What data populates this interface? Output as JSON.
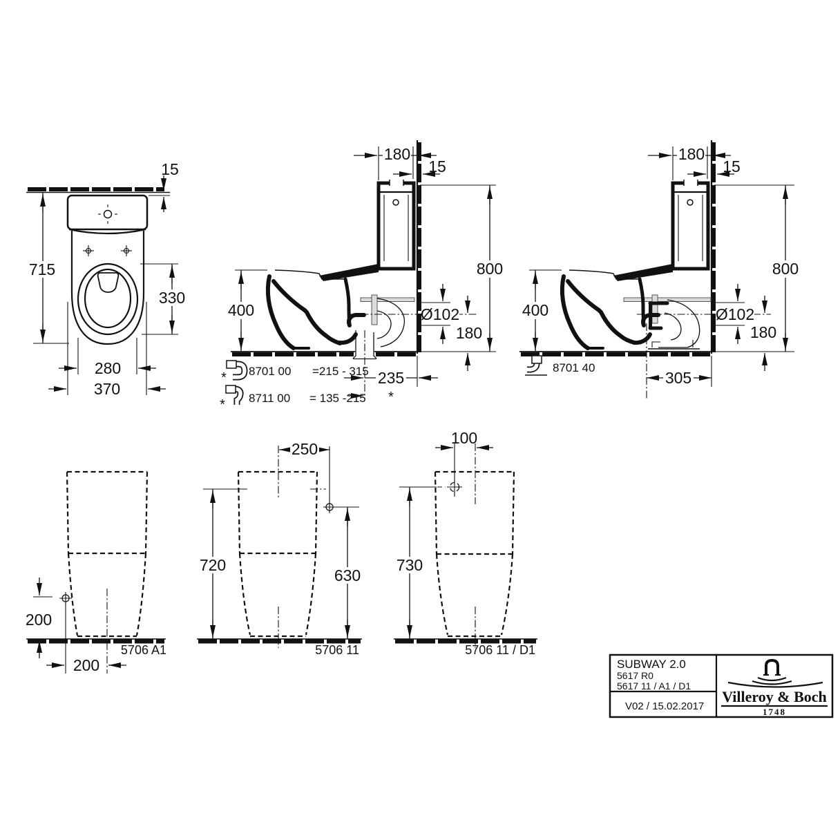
{
  "views": {
    "top": {
      "d715": "715",
      "d330": "330",
      "d280": "280",
      "d370": "370",
      "d15": "15"
    },
    "side_mid": {
      "d180": "180",
      "d15": "15",
      "d800": "800",
      "d400": "400",
      "dia": "Ø102",
      "d180_low": "180",
      "d235": "235",
      "star": "*",
      "notes": [
        {
          "star": "*",
          "code": "8701 00",
          "range": "=215 - 315"
        },
        {
          "star": "*",
          "code": "8711 00",
          "range": "= 135 -215"
        }
      ]
    },
    "side_right": {
      "d180": "180",
      "d15": "15",
      "d800": "800",
      "d400": "400",
      "dia": "Ø102",
      "d180_low": "180",
      "d305": "305",
      "note": {
        "code": "8701 40"
      }
    },
    "rear_left": {
      "d200v": "200",
      "d200h": "200",
      "code": "5706 A1"
    },
    "rear_mid": {
      "d250": "250",
      "d720": "720",
      "d630": "630",
      "code": "5706 11"
    },
    "rear_right": {
      "d100": "100",
      "d730": "730",
      "code": "5706 11 / D1"
    }
  },
  "title_block": {
    "product": "SUBWAY 2.0",
    "article": "5617 R0",
    "variants": "5617 11 / A1 / D1",
    "version": "V02 / 15.02.2017",
    "brand": "Villeroy & Boch",
    "since": "1748"
  },
  "colors": {
    "ink": "#111111",
    "paper": "#ffffff"
  }
}
